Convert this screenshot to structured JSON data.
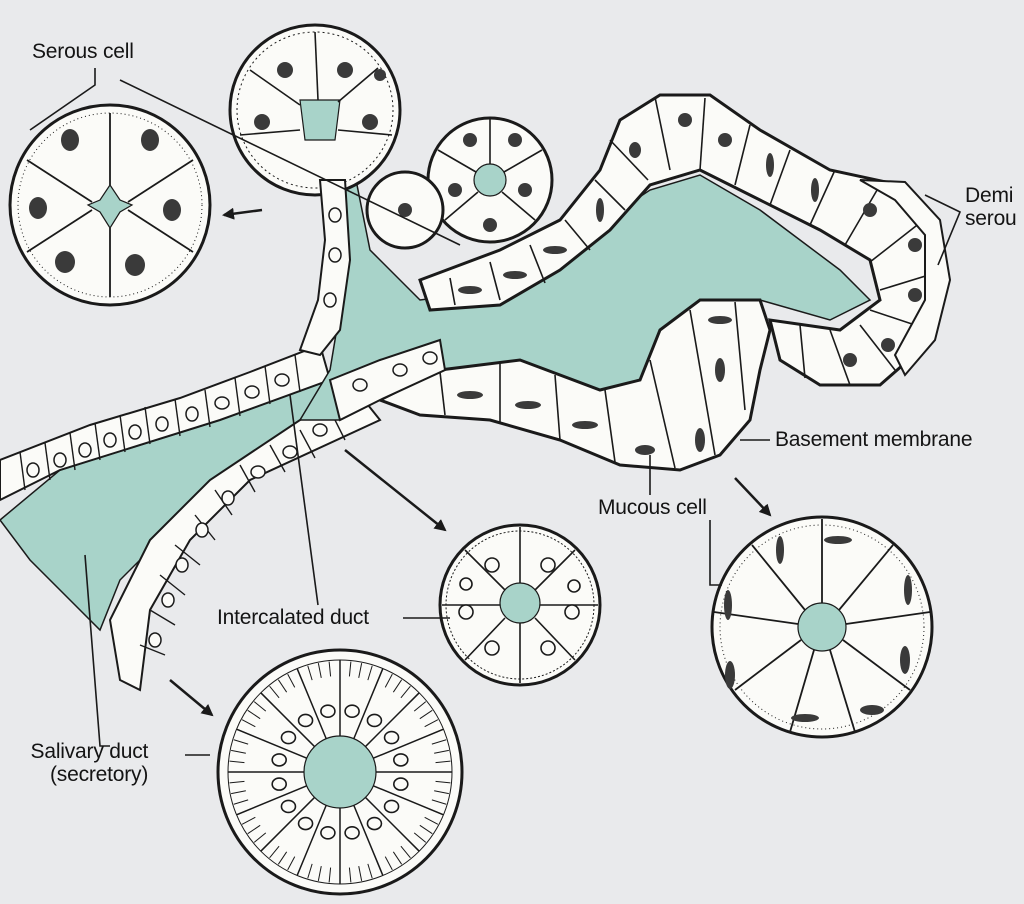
{
  "colors": {
    "background": "#e9eaec",
    "lumen": "#a8d3c9",
    "cell_fill": "#fbfbf8",
    "outline": "#1a1a1a",
    "label": "#141414"
  },
  "labels": {
    "serous_cell": "Serous cell",
    "demilune_line1": "Demi",
    "demilune_line2": "serou",
    "basement_membrane": "Basement membrane",
    "mucous_cell": "Mucous cell",
    "intercalated_duct": "Intercalated duct",
    "salivary_duct_line1": "Salivary duct",
    "salivary_duct_line2": "(secretory)"
  },
  "cross_sections": [
    {
      "name": "serous-acinus",
      "cells": 6,
      "nuclei": "round"
    },
    {
      "name": "intercalated-duct",
      "cells": 8,
      "nuclei": "round"
    },
    {
      "name": "mucous-acinus",
      "cells": 9,
      "nuclei": "flattened"
    },
    {
      "name": "salivary-duct",
      "cells": 16,
      "nuclei": "round"
    }
  ]
}
